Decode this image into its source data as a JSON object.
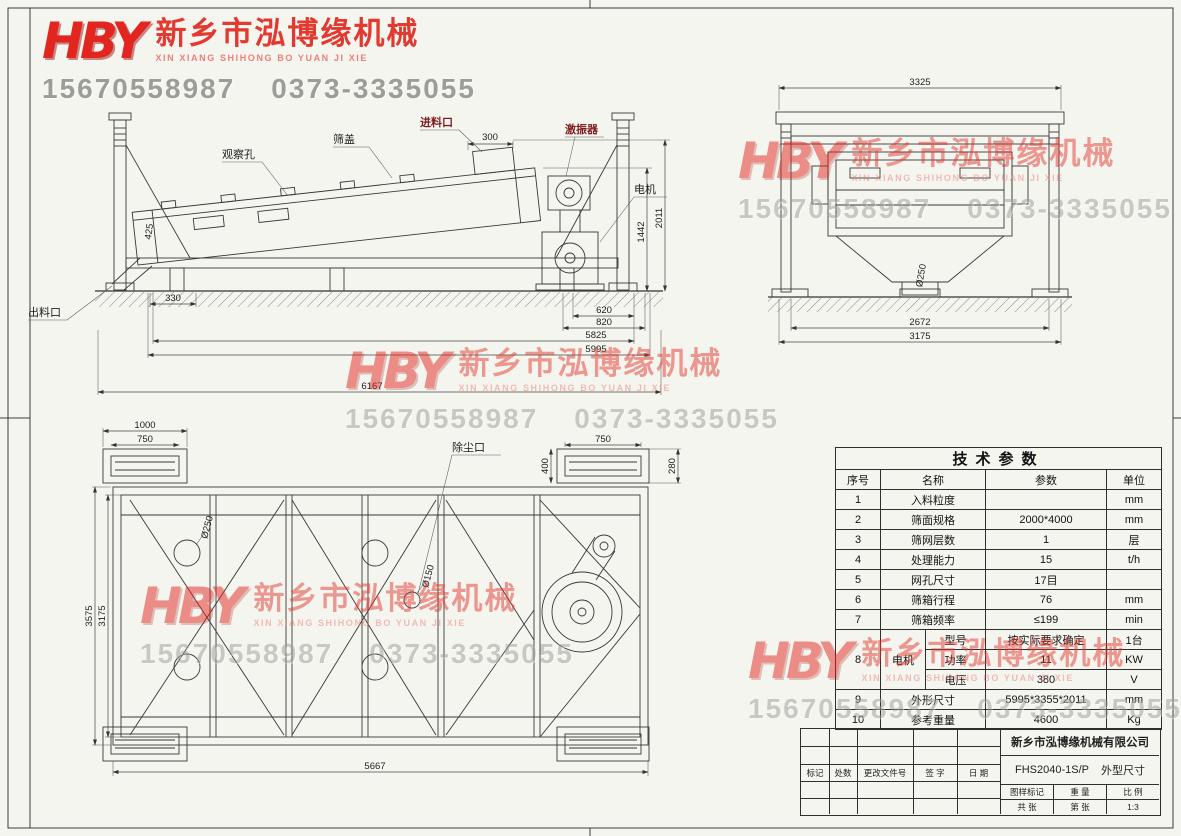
{
  "watermark": {
    "logo": "HBY",
    "company_cn": "新乡市泓博缘机械",
    "company_en": "XIN XIANG SHIHONG BO YUAN JI XIE",
    "phone1": "15670558987",
    "phone2": "0373-3335055"
  },
  "side_view": {
    "labels": {
      "observation_hole": "观察孔",
      "screen_cover": "筛盖",
      "feed_inlet": "进料口",
      "vibrator": "激振器",
      "motor": "电机",
      "discharge_outlet": "出料口"
    },
    "dims": {
      "w300": "300",
      "h1442": "1442",
      "h2011": "2011",
      "a425": "425",
      "w330": "330",
      "w620": "620",
      "w820": "820",
      "w5825": "5825",
      "w5995": "5995",
      "w6167": "6167"
    }
  },
  "end_view": {
    "dims": {
      "w3325": "3325",
      "d250": "Ø250",
      "w2672": "2672",
      "w3175": "3175"
    }
  },
  "top_view": {
    "labels": {
      "dust_port": "除尘口"
    },
    "dims": {
      "w1000": "1000",
      "w750l": "750",
      "w750r": "750",
      "h400": "400",
      "h280": "280",
      "h3575": "3575",
      "h3175": "3175",
      "w5667": "5667",
      "d250": "Ø250",
      "d150": "Ø150"
    }
  },
  "params_table": {
    "title": "技术参数",
    "headers": {
      "no": "序号",
      "name": "名称",
      "value": "参数",
      "unit": "单位"
    },
    "rows": [
      {
        "no": "1",
        "name": "入料粒度",
        "value": "",
        "unit": "mm"
      },
      {
        "no": "2",
        "name": "筛面规格",
        "value": "2000*4000",
        "unit": "mm"
      },
      {
        "no": "3",
        "name": "筛网层数",
        "value": "1",
        "unit": "层"
      },
      {
        "no": "4",
        "name": "处理能力",
        "value": "15",
        "unit": "t/h"
      },
      {
        "no": "5",
        "name": "网孔尺寸",
        "value": "17目",
        "unit": ""
      },
      {
        "no": "6",
        "name": "筛箱行程",
        "value": "76",
        "unit": "mm"
      },
      {
        "no": "7",
        "name": "筛箱频率",
        "value": "≤199",
        "unit": "min"
      }
    ],
    "motor": {
      "no": "8",
      "name": "电机",
      "subrows": [
        {
          "sub": "型号",
          "value": "按实际要求确定",
          "unit": "1台"
        },
        {
          "sub": "功率",
          "value": "11",
          "unit": "KW"
        },
        {
          "sub": "电压",
          "value": "380",
          "unit": "V"
        }
      ]
    },
    "rows2": [
      {
        "no": "9",
        "name": "外形尺寸",
        "value": "5995*3355*2011",
        "unit": "mm"
      },
      {
        "no": "10",
        "name": "参考重量",
        "value": "4600",
        "unit": "Kg"
      }
    ]
  },
  "title_block": {
    "company": "新乡市泓博缘机械有限公司",
    "model": "FHS2040-1S/P",
    "sheet_title": "外型尺寸",
    "cols": {
      "mark": "标记",
      "qty": "处数",
      "file": "更改文件号",
      "sign": "签 字",
      "date": "日 期"
    },
    "fields": {
      "stamp": "图样标记",
      "weight": "重 量",
      "scale": "比 例",
      "scale_value": "1:3",
      "sheets_total": "共  张",
      "sheet_no": "第  张"
    }
  }
}
